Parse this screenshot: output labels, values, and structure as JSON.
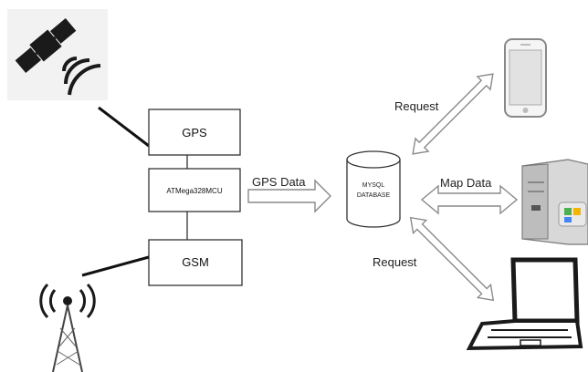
{
  "colors": {
    "line": "#111111",
    "arrow_outline": "#8a8a8a",
    "box_border": "#333333",
    "icon_dark": "#1a1a1a",
    "icon_gray": "#9a9a9a"
  },
  "nodes": {
    "gps": "GPS",
    "mcu": "ATMega328MCU",
    "gsm": "GSM",
    "db_line1": "MYSQL",
    "db_line2": "DATABASE"
  },
  "edges": {
    "gps_data": "GPS Data",
    "map_data": "Map Data",
    "request_phone": "Request",
    "request_laptop": "Request"
  },
  "icons": {
    "satellite": "satellite-icon",
    "tower": "cell-tower-icon",
    "phone": "smartphone-icon",
    "server": "server-icon",
    "laptop": "laptop-icon"
  }
}
